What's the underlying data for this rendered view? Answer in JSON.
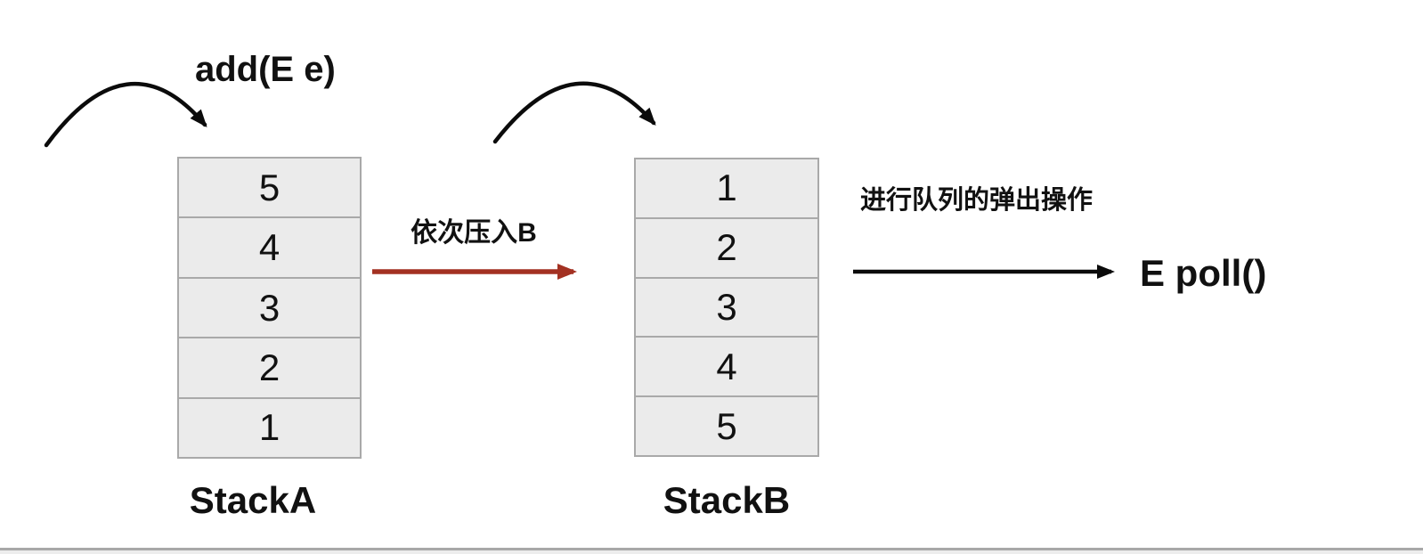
{
  "labels": {
    "add": "add(E e)",
    "transfer": "依次压入B",
    "pop_operation": "进行队列的弹出操作",
    "poll": "E poll()"
  },
  "stacks": [
    {
      "name": "StackA",
      "cells": [
        "5",
        "4",
        "3",
        "2",
        "1"
      ]
    },
    {
      "name": "StackB",
      "cells": [
        "1",
        "2",
        "3",
        "4",
        "5"
      ]
    }
  ],
  "colors": {
    "arrow_red": "#a33122",
    "arrow_black": "#0b0b0b",
    "cell_fill": "#ebebeb",
    "cell_border": "#a9a9a9",
    "text": "#111111",
    "footer_line": "#a8a8a8",
    "footer_strip": "#ededed"
  }
}
